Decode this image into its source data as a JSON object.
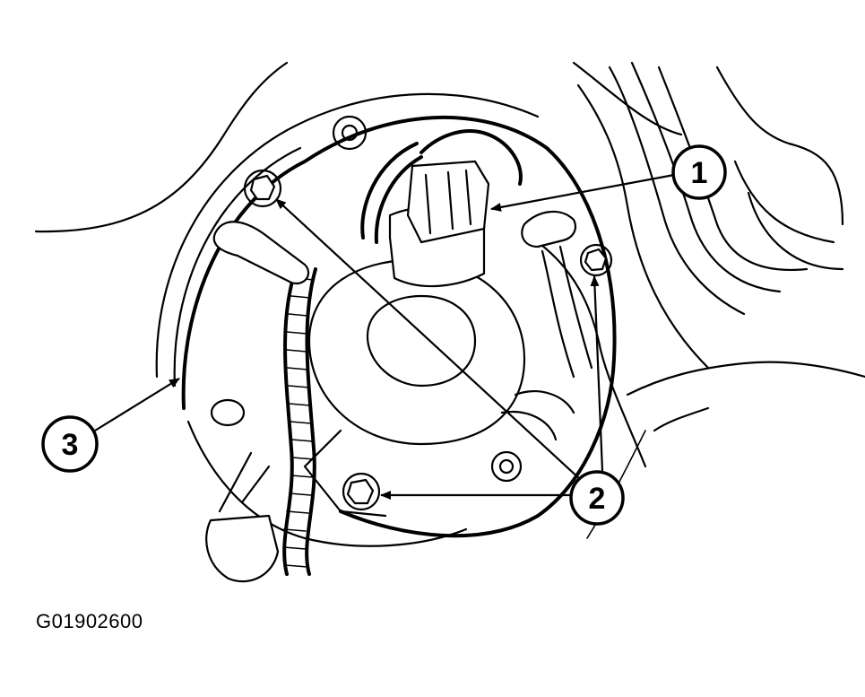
{
  "callouts": [
    {
      "label": "1"
    },
    {
      "label": "2"
    },
    {
      "label": "3"
    }
  ],
  "figure_id": "G01902600",
  "colors": {
    "line": "#000000",
    "background": "#ffffff"
  }
}
